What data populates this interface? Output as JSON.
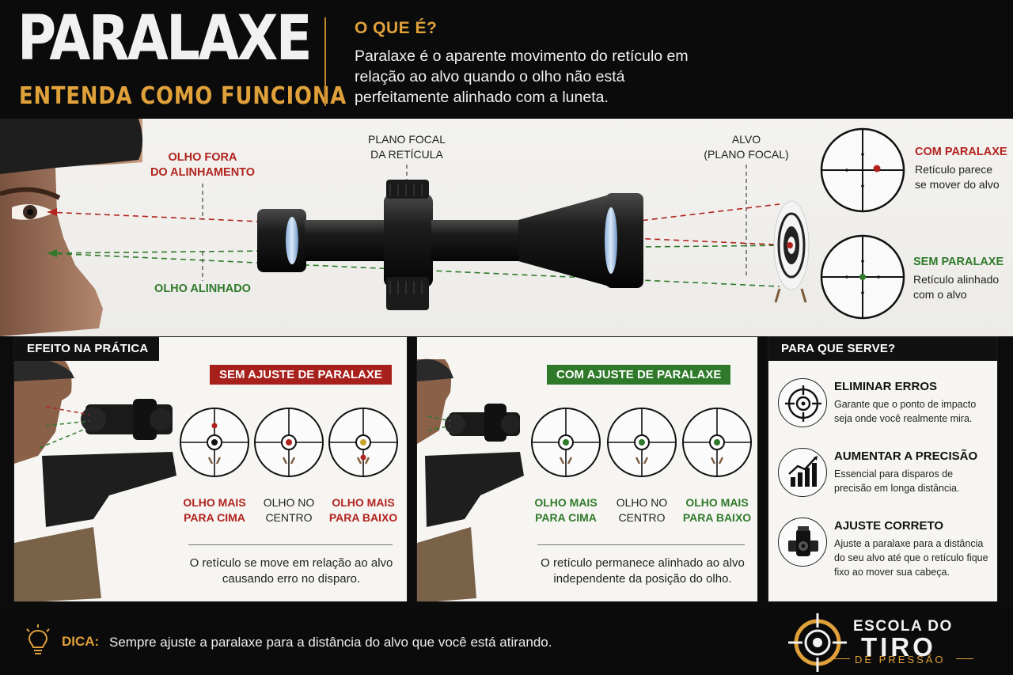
{
  "header": {
    "title": "PARALAXE",
    "subtitle": "ENTENDA COMO FUNCIONA",
    "question": "O QUE É?",
    "description": "Paralaxe é o aparente movimento do retículo em relação ao alvo quando o olho não está perfeitamente alinhado com a luneta."
  },
  "diagram": {
    "eye_misaligned": "OLHO FORA\nDO ALINHAMENTO",
    "eye_aligned": "OLHO ALINHADO",
    "focal_plane": "PLANO FOCAL\nDA RETÍCULA",
    "target_plane": "ALVO\n(PLANO FOCAL)",
    "with_parallax_title": "COM PARALAXE",
    "with_parallax_desc": "Retículo parece\nse mover do alvo",
    "without_parallax_title": "SEM PARALAXE",
    "without_parallax_desc": "Retículo alinhado\ncom o alvo"
  },
  "practice": {
    "tag": "EFEITO NA PRÁTICA",
    "without": {
      "title": "SEM AJUSTE DE PARALAXE",
      "labels": [
        "OLHO MAIS\nPARA CIMA",
        "OLHO NO\nCENTRO",
        "OLHO MAIS\nPARA BAIXO"
      ],
      "caption": "O retículo se move em relação ao alvo\ncausando erro no disparo."
    },
    "with": {
      "title": "COM AJUSTE DE PARALAXE",
      "labels": [
        "OLHO MAIS\nPARA CIMA",
        "OLHO NO\nCENTRO",
        "OLHO MAIS\nPARA BAIXO"
      ],
      "caption": "O retículo permanece alinhado ao alvo\nindependente da posição do olho."
    }
  },
  "purpose": {
    "tag": "PARA QUE SERVE?",
    "items": [
      {
        "title": "ELIMINAR ERROS",
        "desc": "Garante que o ponto de impacto seja onde você realmente mira.",
        "icon": "crosshair-icon"
      },
      {
        "title": "AUMENTAR A PRECISÃO",
        "desc": "Essencial para disparos de precisão em longa distância.",
        "icon": "bar-chart-icon"
      },
      {
        "title": "AJUSTE CORRETO",
        "desc": "Ajuste a paralaxe para a distância do seu alvo até que o retículo fique fixo ao mover sua cabeça.",
        "icon": "scope-turret-icon"
      }
    ]
  },
  "footer": {
    "tip_label": "DICA:",
    "tip": "Sempre ajuste a paralaxe para a distância do alvo que você está atirando.",
    "brand_line1": "ESCOLA DO",
    "brand_line2": "TIRO",
    "brand_line3": "DE PRESSÃO"
  },
  "colors": {
    "accent": "#e0a13a",
    "red": "#b2231e",
    "green": "#2f7a2a",
    "dark": "#0b0b0b"
  }
}
